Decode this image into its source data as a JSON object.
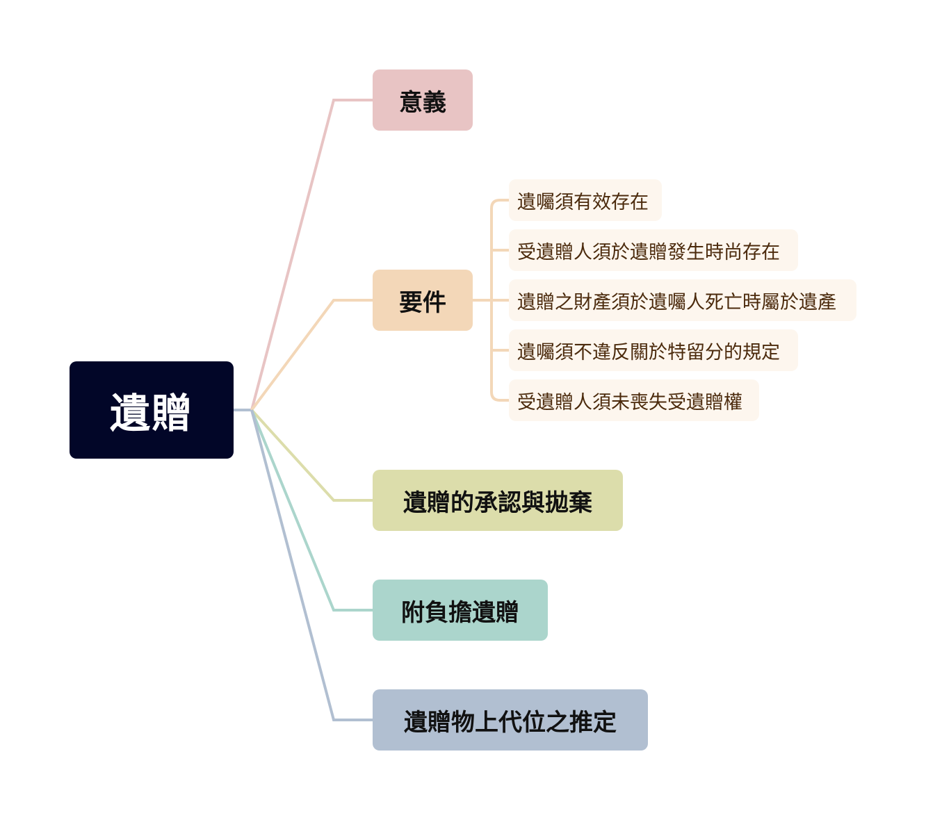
{
  "root": {
    "label": "遺贈",
    "color": "#020628"
  },
  "branches": [
    {
      "label": "意義",
      "color": "#e8c4c4",
      "line_color": "#e8c4c4"
    },
    {
      "label": "要件",
      "color": "#f3d7b8",
      "line_color": "#f3d7b8",
      "children": [
        {
          "label": "遺囑須有效存在"
        },
        {
          "label": "受遺贈人須於遺贈發生時尚存在"
        },
        {
          "label": "遺贈之財產須於遺囑人死亡時屬於遺產"
        },
        {
          "label": "遺囑須不違反關於特留分的規定"
        },
        {
          "label": "受遺贈人須未喪失受遺贈權"
        }
      ]
    },
    {
      "label": "遺贈的承認與拋棄",
      "color": "#dcddab",
      "line_color": "#dcddab"
    },
    {
      "label": "附負擔遺贈",
      "color": "#abd5cc",
      "line_color": "#abd5cc"
    },
    {
      "label": "遺贈物上代位之推定",
      "color": "#b1bfd1",
      "line_color": "#b1bfd1"
    }
  ]
}
